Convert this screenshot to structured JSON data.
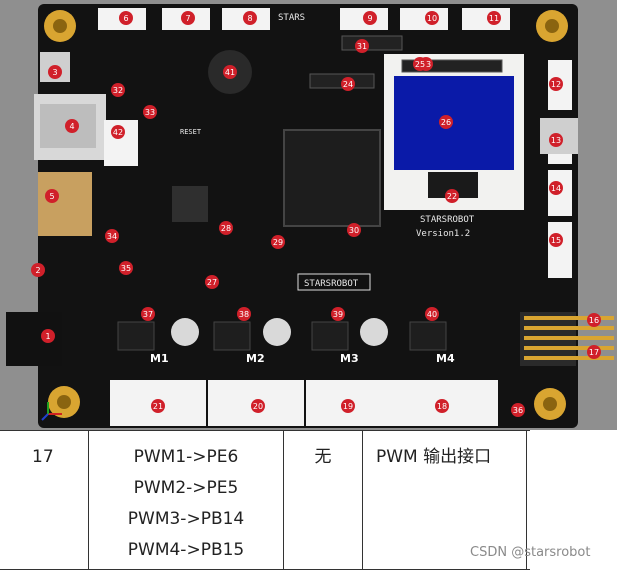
{
  "board": {
    "brand_silk": "STARSROBOT",
    "top_brand_silk": "STARS",
    "version_silk": "Version1.2",
    "reset_silk": "RESET",
    "motor_labels": [
      "M1",
      "M2",
      "M3",
      "M4"
    ],
    "markers": [
      "1",
      "2",
      "3",
      "4",
      "5",
      "6",
      "7",
      "8",
      "9",
      "10",
      "11",
      "12",
      "13",
      "14",
      "15",
      "16",
      "17",
      "18",
      "19",
      "20",
      "21",
      "22",
      "23",
      "24",
      "25",
      "26",
      "27",
      "28",
      "29",
      "30",
      "31",
      "32",
      "33",
      "34",
      "35",
      "36",
      "37",
      "38",
      "39",
      "40",
      "41",
      "42"
    ],
    "colors": {
      "pcb": "#121212",
      "marker": "#d0202a",
      "connector": "#f3f3f3",
      "oled_screen": "#0a1aa8",
      "oled_frame": "#f2f2f0",
      "gold": "#d9a531",
      "usb": "#d8d8d8"
    }
  },
  "table": {
    "row": {
      "index": "17",
      "mapping": [
        "PWM1->PE6",
        "PWM2->PE5",
        "PWM3->PB14",
        "PWM4->PB15"
      ],
      "extra": "无",
      "description": "PWM 输出接口"
    }
  },
  "watermark": "CSDN @starsrobot"
}
